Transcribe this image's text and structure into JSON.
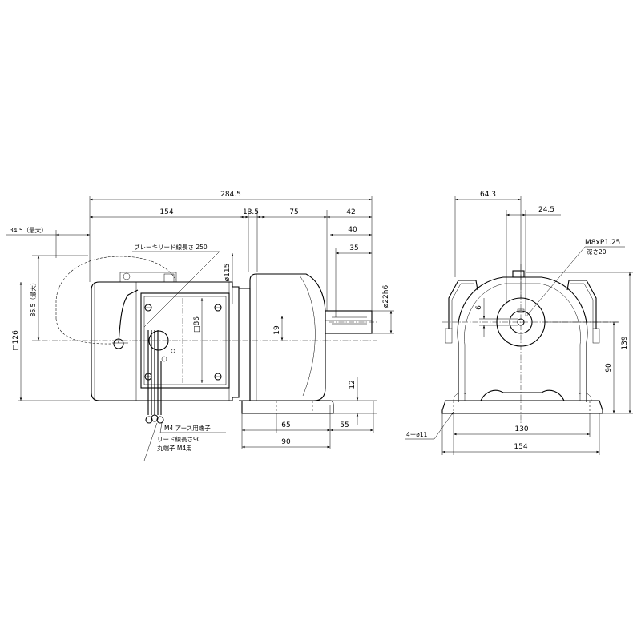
{
  "side_view": {
    "overall_length": "284.5",
    "motor_length": "154",
    "flange_gap": "13.5",
    "gear_body": "75",
    "shaft_protrusion": "42",
    "shaft_length_40": "40",
    "key_length": "35",
    "brake_cover_extent": "34.5（最大）",
    "brake_lead_label": "ブレーキリード線長さ 250",
    "frame_diameter": "ø115",
    "terminal_box_square": "□86",
    "motor_square": "□126",
    "brake_height": "86.5（最大）",
    "shaft_diameter": "ø22h6",
    "shaft_offset": "19",
    "foot_height": "12",
    "foot_pitch": "65",
    "foot_edge": "55",
    "foot_width": "90",
    "earth_terminal_label": "M4 アース用端子",
    "lead_length_label": "リード線長さ90",
    "ring_terminal_label": "丸端子 M4用"
  },
  "front_view": {
    "width_to_center": "64.3",
    "shaft_offset": "24.5",
    "tap_label": "M8xP1.25",
    "tap_depth_label": "深さ20",
    "key_width": "6",
    "overall_height": "139",
    "center_height": "90",
    "mount_holes": "4ーø11",
    "hole_pitch": "130",
    "base_width": "154"
  }
}
